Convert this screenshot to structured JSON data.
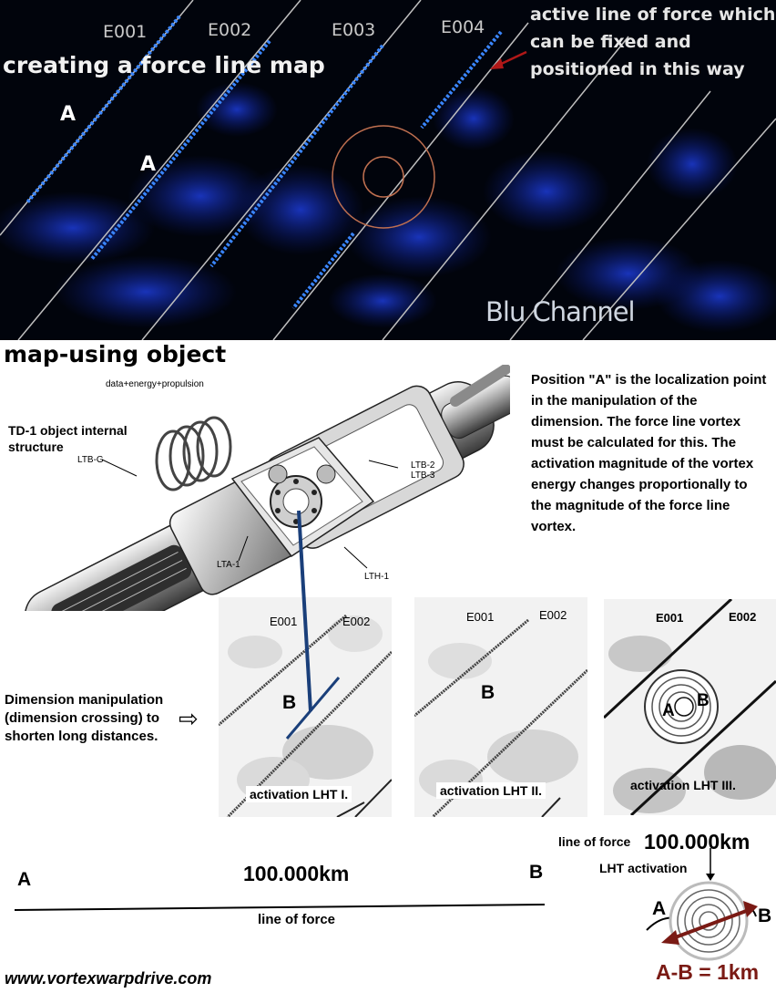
{
  "top_panel": {
    "title": "creating a force line map",
    "line_labels": [
      "E001",
      "E002",
      "E003",
      "E004"
    ],
    "position_labels": [
      "A",
      "A"
    ],
    "note": "active line of force which can be fixed and positioned in this way",
    "watermark": "Blu Channel",
    "colors": {
      "background": "#01040c",
      "active_line": "#3a86ff",
      "ring": "#c07050",
      "arrow": "#b01818"
    }
  },
  "section_title": "map-using object",
  "object": {
    "caption_top": "data+energy+propulsion",
    "structure_label": "TD-1 object internal structure",
    "part_labels": [
      "LTB-G",
      "LTB-2",
      "LTB-3",
      "LTA-1",
      "LTH-1"
    ]
  },
  "position_text": "Position \"A\" is the localization point in the manipulation of the dimension. The force line vortex must be calculated for this. The activation magnitude of the vortex energy changes proportionally to the magnitude of the force line vortex.",
  "manipulation_text": "Dimension manipulation (dimension crossing) to shorten long distances.",
  "arrow_glyph": "⇨",
  "panels": [
    {
      "e1": "E001",
      "e2": "E002",
      "point": "B",
      "caption": "activation LHT I."
    },
    {
      "e1": "E001",
      "e2": "E002",
      "point": "B",
      "caption": "activation LHT II."
    },
    {
      "e1": "E001",
      "e2": "E002",
      "point_a": "A",
      "point_b": "B",
      "caption": "activation LHT III."
    }
  ],
  "distance": {
    "a": "A",
    "b": "B",
    "value": "100.000km",
    "line_label": "line of force"
  },
  "vortex": {
    "line_label": "line of force",
    "value": "100.000km",
    "activation": "LHT activation",
    "a": "A",
    "b": "B",
    "result": "A-B = 1km"
  },
  "website": "www.vortexwarpdrive.com"
}
